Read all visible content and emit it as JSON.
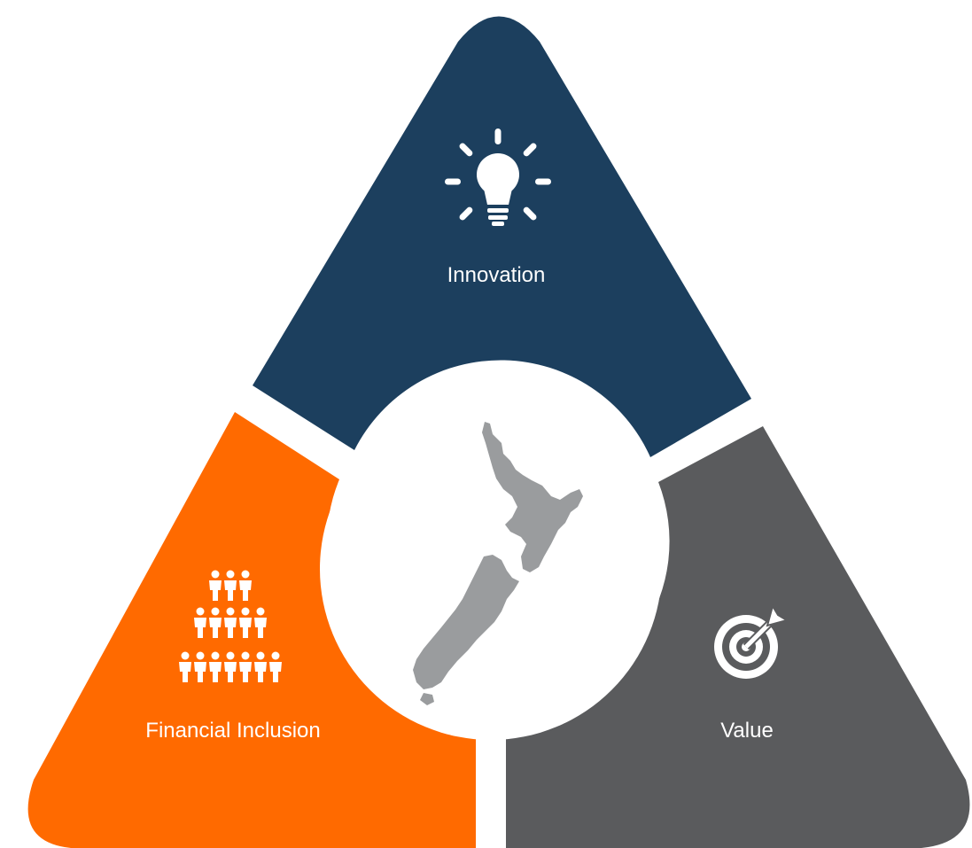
{
  "segments": {
    "top": {
      "label": "Innovation",
      "icon": "lightbulb-icon",
      "color": "#1c3f5e"
    },
    "left": {
      "label": "Financial Inclusion",
      "icon": "people-pyramid-icon",
      "color": "#ff6a00"
    },
    "right": {
      "label": "Value",
      "icon": "target-icon",
      "color": "#5a5b5d"
    }
  },
  "center": {
    "icon": "new-zealand-map-icon",
    "circle_color": "#ffffff",
    "map_color": "#9a9c9e"
  }
}
